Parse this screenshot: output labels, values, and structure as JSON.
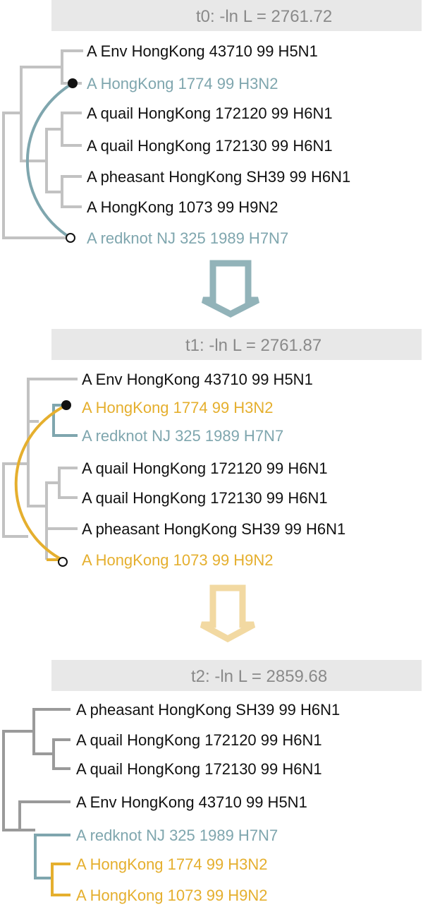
{
  "panels": [
    {
      "title": "t0: -ln L = 2761.72",
      "leaves": [
        {
          "label": "A Env HongKong 43710 99 H5N1",
          "color": "#111111"
        },
        {
          "label": "A HongKong 1774 99 H3N2",
          "color": "#7fa6ae"
        },
        {
          "label": "A quail HongKong 172120 99 H6N1",
          "color": "#111111"
        },
        {
          "label": "A quail HongKong 172130 99 H6N1",
          "color": "#111111"
        },
        {
          "label": "A pheasant HongKong SH39 99 H6N1",
          "color": "#111111"
        },
        {
          "label": "A HongKong 1073 99 H9N2",
          "color": "#111111"
        },
        {
          "label": "A redknot NJ 325 1989 H7N7",
          "color": "#7fa6ae"
        }
      ]
    },
    {
      "title": "t1: -ln L = 2761.87",
      "leaves": [
        {
          "label": "A Env HongKong 43710 99 H5N1",
          "color": "#111111"
        },
        {
          "label": "A HongKong 1774 99 H3N2",
          "color": "#e5af2e"
        },
        {
          "label": "A redknot NJ 325 1989 H7N7",
          "color": "#7fa6ae"
        },
        {
          "label": "A quail HongKong 172120 99 H6N1",
          "color": "#111111"
        },
        {
          "label": "A quail HongKong 172130 99 H6N1",
          "color": "#111111"
        },
        {
          "label": "A pheasant HongKong SH39 99 H6N1",
          "color": "#111111"
        },
        {
          "label": "A HongKong 1073 99 H9N2",
          "color": "#e5af2e"
        }
      ]
    },
    {
      "title": "t2: -ln L = 2859.68",
      "leaves": [
        {
          "label": "A pheasant HongKong SH39 99 H6N1",
          "color": "#111111"
        },
        {
          "label": "A quail HongKong 172120 99 H6N1",
          "color": "#111111"
        },
        {
          "label": "A quail HongKong 172130 99 H6N1",
          "color": "#111111"
        },
        {
          "label": "A Env HongKong 43710 99 H5N1",
          "color": "#111111"
        },
        {
          "label": "A redknot NJ 325 1989 H7N7",
          "color": "#7fa6ae"
        },
        {
          "label": "A HongKong 1774 99 H3N2",
          "color": "#e5af2e"
        },
        {
          "label": "A HongKong 1073 99 H9N2",
          "color": "#e5af2e"
        }
      ]
    }
  ],
  "colors": {
    "tree_grey": "#c2c2c2",
    "tree_dark_grey": "#9a9a9a",
    "teal": "#7fa6ae",
    "gold": "#e5af2e",
    "arrow_teal": "#92b3b9",
    "arrow_gold": "#f2d9a2",
    "title_bar": "#e8e8e8"
  }
}
